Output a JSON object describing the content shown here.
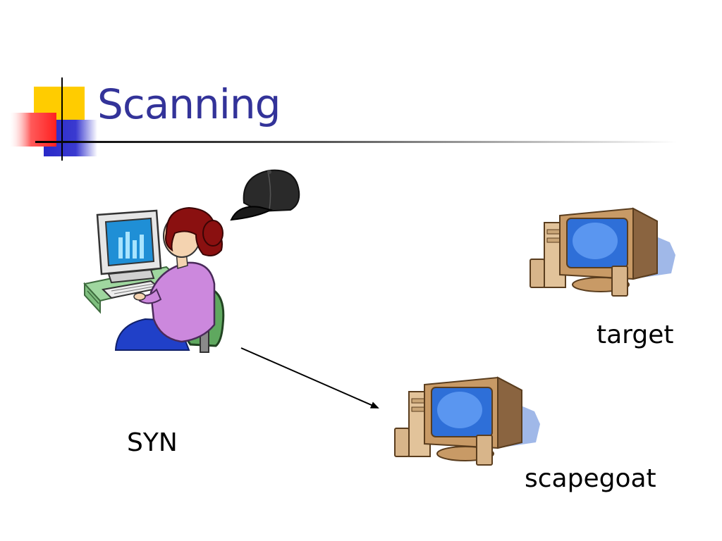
{
  "slide": {
    "title": "Scanning"
  },
  "diagram": {
    "nodes": {
      "attacker": {
        "icon": "person-at-computer-icon",
        "accessory_icon": "black-cap-icon"
      },
      "target": {
        "label": "target",
        "icon": "desktop-computer-icon"
      },
      "scapegoat": {
        "label": "scapegoat",
        "icon": "desktop-computer-icon"
      }
    },
    "edges": [
      {
        "from": "attacker",
        "to": "scapegoat",
        "label": "SYN"
      }
    ]
  },
  "colors": {
    "title": "#333399",
    "accent_yellow": "#FFCC00",
    "accent_red": "#FF3333",
    "accent_blue": "#3333CC",
    "text": "#000000"
  }
}
